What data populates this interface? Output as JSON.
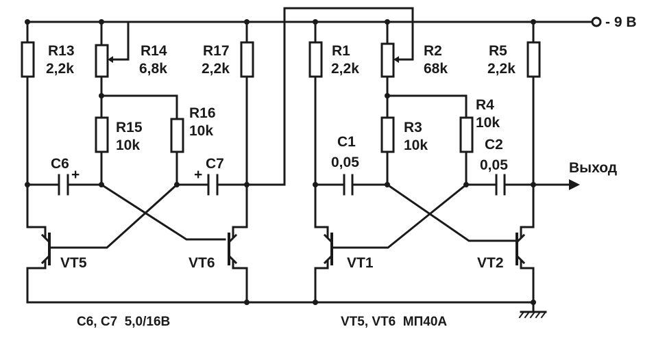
{
  "supply": {
    "label": "- 9 В"
  },
  "output": {
    "label": "Выход"
  },
  "resistors": {
    "R13": {
      "name": "R13",
      "value": "2,2k"
    },
    "R14": {
      "name": "R14",
      "value": "6,8k"
    },
    "R15": {
      "name": "R15",
      "value": "10k"
    },
    "R16": {
      "name": "R16",
      "value": "10k"
    },
    "R17": {
      "name": "R17",
      "value": "2,2k"
    },
    "R1": {
      "name": "R1",
      "value": "2,2k"
    },
    "R2": {
      "name": "R2",
      "value": "68k"
    },
    "R3": {
      "name": "R3",
      "value": "10k"
    },
    "R4": {
      "name": "R4",
      "value": "10k"
    },
    "R5": {
      "name": "R5",
      "value": "2,2k"
    }
  },
  "capacitors": {
    "C6": {
      "name": "C6",
      "polarity": "+"
    },
    "C7": {
      "name": "C7",
      "polarity": "+"
    },
    "C1": {
      "name": "C1",
      "value": "0,05"
    },
    "C2": {
      "name": "C2",
      "value": "0,05"
    }
  },
  "transistors": {
    "VT5": "VT5",
    "VT6": "VT6",
    "VT1": "VT1",
    "VT2": "VT2"
  },
  "footnotes": {
    "caps": "C6, C7  5,0/16B",
    "transistors": "VT5, VT6  МП40А"
  },
  "colors": {
    "ink": "#1a1a1a",
    "paper": "#ffffff"
  }
}
